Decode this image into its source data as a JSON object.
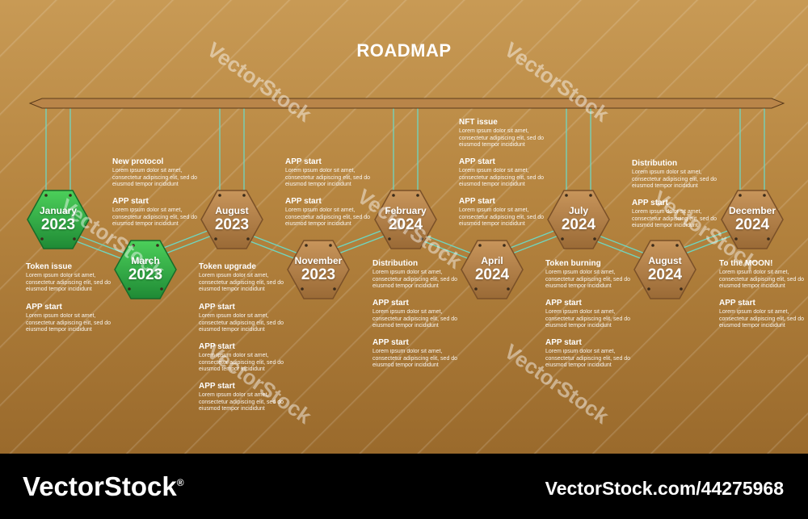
{
  "title": "ROADMAP",
  "colors": {
    "active": "#2fa747",
    "inactive": "#a87840",
    "connector": "#6ed7c2"
  },
  "lorem": "Lorem ipsum dolor sit amet, consectetur adipiscing elit, sed do eiusmod tempor incididunt",
  "milestones": [
    {
      "month": "January",
      "year": "2023",
      "state": "done"
    },
    {
      "month": "March",
      "year": "2023",
      "state": "done"
    },
    {
      "month": "August",
      "year": "2023",
      "state": "planned"
    },
    {
      "month": "November",
      "year": "2023",
      "state": "planned"
    },
    {
      "month": "February",
      "year": "2024",
      "state": "planned"
    },
    {
      "month": "April",
      "year": "2024",
      "state": "planned"
    },
    {
      "month": "July",
      "year": "2024",
      "state": "planned"
    },
    {
      "month": "August",
      "year": "2024",
      "state": "planned"
    },
    {
      "month": "December",
      "year": "2024",
      "state": "planned"
    }
  ],
  "notes": [
    {
      "title": "New protocol",
      "body": "Lorem ipsum dolor sit amet, consectetur adipiscing elit, sed do eiusmod tempor incididunt"
    },
    {
      "title": "APP start",
      "body": "Lorem ipsum dolor sit amet, consectetur adipiscing elit, sed do eiusmod tempor incididunt"
    },
    {
      "title": "Token issue",
      "body": "Lorem ipsum dolor sit amet, consectetur adipiscing elit, sed do eiusmod tempor incididunt"
    },
    {
      "title": "APP start",
      "body": "Lorem ipsum dolor sit amet, consectetur adipiscing elit, sed do eiusmod tempor incididunt"
    },
    {
      "title": "Token upgrade",
      "body": "Lorem ipsum dolor sit amet, consectetur adipiscing elit, sed do eiusmod tempor incididunt"
    },
    {
      "title": "APP start",
      "body": "Lorem ipsum dolor sit amet, consectetur adipiscing elit, sed do eiusmod tempor incididunt"
    },
    {
      "title": "APP start",
      "body": "Lorem ipsum dolor sit amet, consectetur adipiscing elit, sed do eiusmod tempor incididunt"
    },
    {
      "title": "APP start",
      "body": "Lorem ipsum dolor sit amet, consectetur adipiscing elit, sed do eiusmod tempor incididunt"
    },
    {
      "title": "APP start",
      "body": "Lorem ipsum dolor sit amet, consectetur adipiscing elit, sed do eiusmod tempor incididunt"
    },
    {
      "title": "APP start",
      "body": "Lorem ipsum dolor sit amet, consectetur adipiscing elit, sed do eiusmod tempor incididunt"
    },
    {
      "title": "NFT issue",
      "body": "Lorem ipsum dolor sit amet, consectetur adipiscing elit, sed do eiusmod tempor incididunt"
    },
    {
      "title": "APP start",
      "body": "Lorem ipsum dolor sit amet, consectetur adipiscing elit, sed do eiusmod tempor incididunt"
    },
    {
      "title": "APP start",
      "body": "Lorem ipsum dolor sit amet, consectetur adipiscing elit, sed do eiusmod tempor incididunt"
    },
    {
      "title": "Distribution",
      "body": "Lorem ipsum dolor sit amet, consectetur adipiscing elit, sed do eiusmod tempor incididunt"
    },
    {
      "title": "APP start",
      "body": "Lorem ipsum dolor sit amet, consectetur adipiscing elit, sed do eiusmod tempor incididunt"
    },
    {
      "title": "APP start",
      "body": "Lorem ipsum dolor sit amet, consectetur adipiscing elit, sed do eiusmod tempor incididunt"
    },
    {
      "title": "Token burning",
      "body": "Lorem ipsum dolor sit amet, consectetur adipiscing elit, sed do eiusmod tempor incididunt"
    },
    {
      "title": "APP start",
      "body": "Lorem ipsum dolor sit amet, consectetur adipiscing elit, sed do eiusmod tempor incididunt"
    },
    {
      "title": "APP start",
      "body": "Lorem ipsum dolor sit amet, consectetur adipiscing elit, sed do eiusmod tempor incididunt"
    },
    {
      "title": "Distribution",
      "body": "Lorem ipsum dolor sit amet, consectetur adipiscing elit, sed do eiusmod tempor incididunt"
    },
    {
      "title": "APP start",
      "body": "Lorem ipsum dolor sit amet, consectetur adipiscing elit, sed do eiusmod tempor incididunt"
    },
    {
      "title": "To the MOON!",
      "body": "Lorem ipsum dolor sit amet, consectetur adipiscing elit, sed do eiusmod tempor incididunt"
    },
    {
      "title": "APP start",
      "body": "Lorem ipsum dolor sit amet, consectetur adipiscing elit, sed do eiusmod tempor incididunt"
    }
  ],
  "watermark": "VectorStock",
  "footer": {
    "brand": "VectorStock",
    "reg": "®",
    "image_id": "VectorStock.com/44275968"
  }
}
